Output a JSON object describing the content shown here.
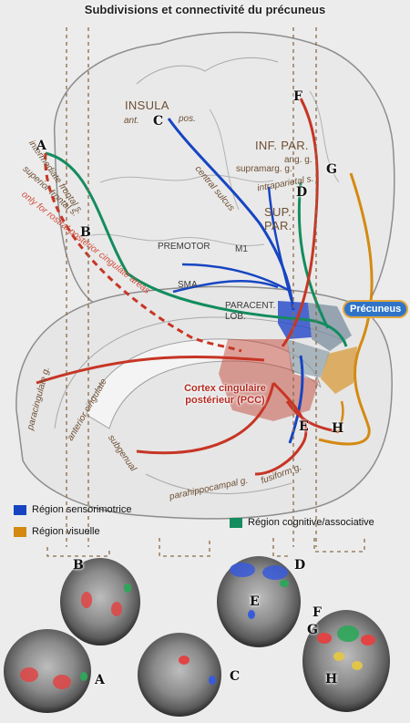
{
  "title": "Subdivisions et connectivité du précuneus",
  "colors": {
    "sensorimotor": "#1745c2",
    "visual": "#d48a12",
    "cognitive": "#138c5e",
    "pcc": "#c73525",
    "precuneus_label_bg": "#2f74c8"
  },
  "cortex_labels": {
    "insula": "INSULA",
    "ant": "ant.",
    "pos": "pos.",
    "inf_par": "INF. PAR.",
    "ang_g": "ang. g.",
    "supramarg_g": "supramarg. g.",
    "intraparietal_s": "intraparietal s.",
    "central_sulcus": "central sulcus",
    "intermediate_frontal_s": "intermediate frontal s.",
    "superior_frontal_s": "superior frontal s.",
    "sup_par": "SUP. PAR.",
    "premotor": "PREMOTOR",
    "m1": "M1",
    "sma": "SMA",
    "paracent_lob": "PARACENT. LOB.",
    "rostral_pcc_note": "only for rostral posterior cingulate areas",
    "paracingulate_g": "paracingulate g.",
    "anterior_cingulate": "anterior cingulate",
    "subgenual": "subgenual",
    "parahippocampal_g": "parahippocampal g.",
    "fusiform_g": "fusiform g."
  },
  "region_labels": {
    "precuneus": "Précuneus",
    "pcc": "Cortex cingulaire postérieur (PCC)"
  },
  "pathway_letters": [
    "A",
    "B",
    "C",
    "D",
    "E",
    "F",
    "G",
    "H"
  ],
  "legend": [
    {
      "label": "Région sensorimotrice",
      "color": "#1745c2"
    },
    {
      "label": "Région visuelle",
      "color": "#d48a12"
    },
    {
      "label": "Région cognitive/associative",
      "color": "#138c5e"
    }
  ],
  "scan_panels": [
    {
      "letter": "B"
    },
    {
      "letter": "D"
    },
    {
      "letter": "E"
    },
    {
      "letter": "F"
    },
    {
      "letter": "G"
    },
    {
      "letter": "A"
    },
    {
      "letter": "C"
    },
    {
      "letter": "H"
    }
  ]
}
